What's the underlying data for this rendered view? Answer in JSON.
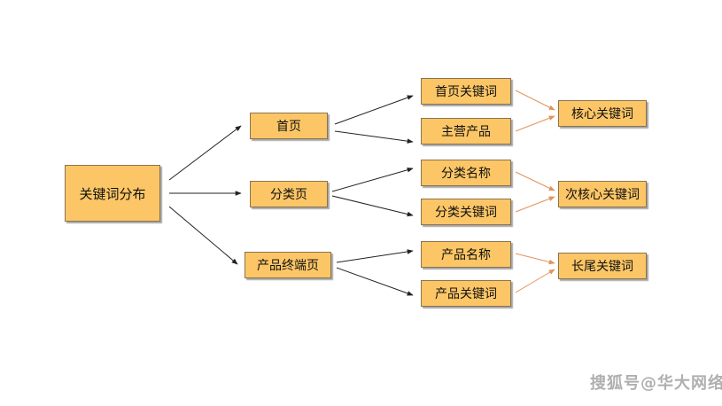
{
  "diagram": {
    "root": "关键词分布",
    "pages": {
      "home": "首页",
      "category": "分类页",
      "product": "产品终端页"
    },
    "leaves": {
      "home_keywords": "首页关键词",
      "main_products": "主营产品",
      "category_name": "分类名称",
      "category_keywords": "分类关键词",
      "product_name": "产品名称",
      "product_keywords": "产品关键词"
    },
    "keyword_types": {
      "core": "核心关键词",
      "secondary": "次核心关键词",
      "long_tail": "长尾关键词"
    },
    "colors": {
      "node_fill": "#fcc666",
      "node_border": "#8a7350",
      "primary_arrow": "#222222",
      "secondary_arrow": "#e0935a"
    }
  },
  "watermark": "搜狐号@华大网络"
}
